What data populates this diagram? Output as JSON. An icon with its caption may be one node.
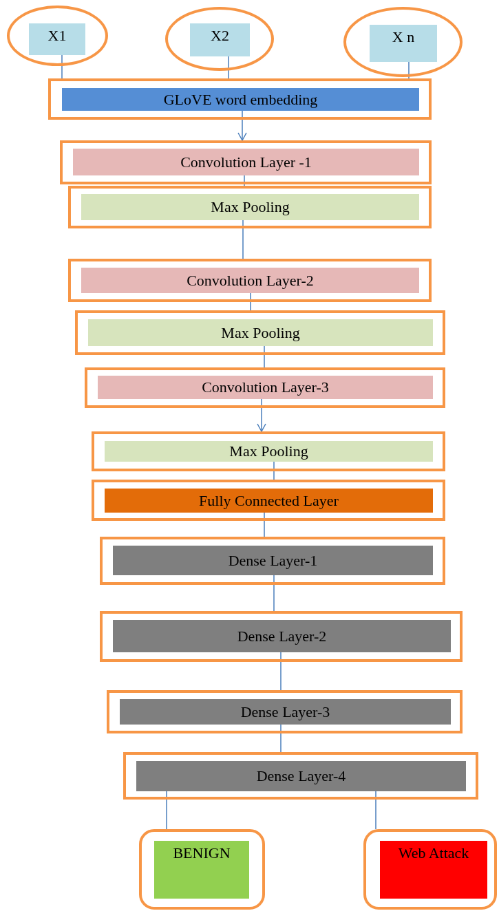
{
  "diagram": {
    "nodes": [
      {
        "text": [
          "X1"
        ]
      },
      {
        "text": [
          "X2"
        ]
      },
      {
        "text": [
          "X n"
        ]
      },
      {
        "text": [
          "GLoVE word embedding"
        ]
      },
      {
        "text": [
          "Convolution Layer -1"
        ]
      },
      {
        "text": [
          "Max Pooling"
        ]
      },
      {
        "text": [
          "Convolution Layer-2"
        ]
      },
      {
        "text": [
          "Max Pooling"
        ]
      },
      {
        "text": [
          "Convolution Layer-3"
        ]
      },
      {
        "text": [
          "Max Pooling"
        ]
      },
      {
        "text": [
          "Fully Connected Layer"
        ]
      },
      {
        "text": [
          "Dense Layer-1"
        ]
      },
      {
        "text": [
          "Dense Layer-2"
        ]
      },
      {
        "text": [
          "Dense Layer-3"
        ]
      },
      {
        "text": [
          "Dense Layer-4"
        ]
      },
      {
        "text": [
          "BENIGN"
        ]
      },
      {
        "text": [
          "Web Attack"
        ]
      }
    ],
    "edges": [
      {
        "from": 0,
        "to": 3,
        "arrow": "none"
      },
      {
        "from": 1,
        "to": 3,
        "arrow": "none"
      },
      {
        "from": 2,
        "to": 3,
        "arrow": "none"
      },
      {
        "from": 3,
        "to": 4,
        "arrow": "to"
      },
      {
        "from": 4,
        "to": 5,
        "arrow": "none"
      },
      {
        "from": 5,
        "to": 6,
        "arrow": "none"
      },
      {
        "from": 6,
        "to": 7,
        "arrow": "none"
      },
      {
        "from": 7,
        "to": 8,
        "arrow": "none"
      },
      {
        "from": 8,
        "to": 9,
        "arrow": "to"
      },
      {
        "from": 9,
        "to": 10,
        "arrow": "none"
      },
      {
        "from": 10,
        "to": 11,
        "arrow": "none"
      },
      {
        "from": 11,
        "to": 12,
        "arrow": "none"
      },
      {
        "from": 12,
        "to": 13,
        "arrow": "none"
      },
      {
        "from": 13,
        "to": 14,
        "arrow": "none"
      },
      {
        "from": 14,
        "to": 15,
        "arrow": "none"
      },
      {
        "from": 14,
        "to": 16,
        "arrow": "none"
      }
    ]
  }
}
